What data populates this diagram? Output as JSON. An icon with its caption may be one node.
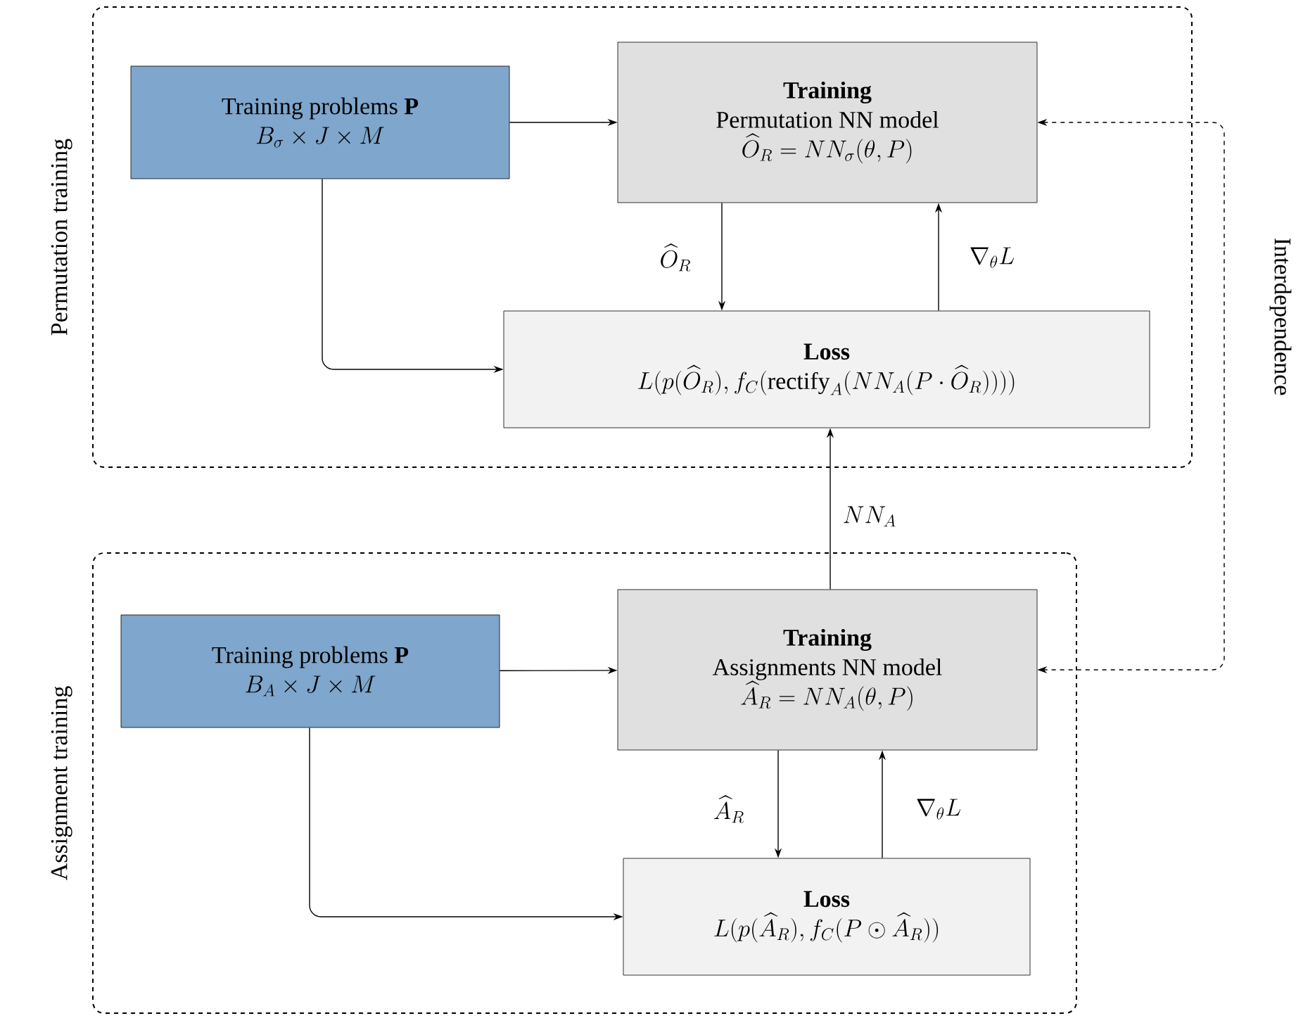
{
  "diagram": {
    "nodes": [
      {
        "text": [
          "Permutation training"
        ]
      },
      {
        "text": [
          "Training problems **P**",
          "B_\\sigma \\times J \\times M"
        ],
        "in": 0
      },
      {
        "text": [
          "Training",
          "Permutation NN model",
          "\\widehat{O}_R = NN_\\sigma(\\theta, P)"
        ],
        "in": 0
      },
      {
        "text": [
          "Loss",
          "L(p(\\widehat{O}_R), f_C(\\mathrm{rectify}_A(NN_A(P \\cdot \\widehat{O}_R))))"
        ],
        "in": 0
      },
      {
        "text": [
          "Assignment training"
        ]
      },
      {
        "text": [
          "Training problems **P**",
          "B_A \\times J \\times M"
        ],
        "in": 4
      },
      {
        "text": [
          "Training",
          "Assignments NN model",
          "\\widehat{A}_R = NN_A(\\theta, P)"
        ],
        "in": 4
      },
      {
        "text": [
          "Loss",
          "L(p(\\widehat{A}_R), f_C(P \\odot \\widehat{A}_R))"
        ],
        "in": 4
      }
    ],
    "edges": [
      {
        "from": 1,
        "to": 2,
        "arrow": "to"
      },
      {
        "from": 2,
        "to": 3,
        "arrow": "to",
        "label": "\\widehat{O}_R"
      },
      {
        "from": 3,
        "to": 2,
        "arrow": "to",
        "label": "\\nabla_\\theta L"
      },
      {
        "from": 1,
        "to": 3,
        "arrow": "to"
      },
      {
        "from": 6,
        "to": 3,
        "arrow": "to",
        "label": "NN_A"
      },
      {
        "from": 2,
        "to": 6,
        "arrow": "both",
        "style": "dashed",
        "label": "Interdependence"
      },
      {
        "from": 5,
        "to": 6,
        "arrow": "to"
      },
      {
        "from": 6,
        "to": 7,
        "arrow": "to",
        "label": "\\widehat{A}_R"
      },
      {
        "from": 7,
        "to": 6,
        "arrow": "to",
        "label": "\\nabla_\\theta L"
      },
      {
        "from": 5,
        "to": 7,
        "arrow": "to"
      }
    ]
  }
}
